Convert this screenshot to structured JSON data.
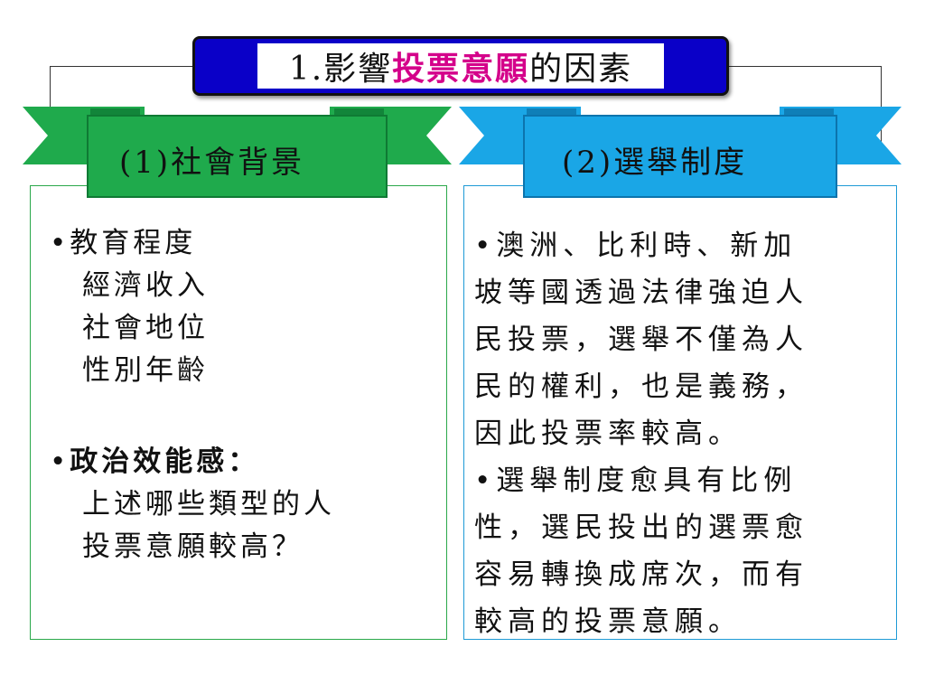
{
  "title": {
    "prefix": "1.影響",
    "highlight": "投票意願",
    "suffix": "的因素"
  },
  "left": {
    "ribbon": "(1)社會背景",
    "bullet_mark": "•",
    "bullet1_items": [
      "教育程度",
      "經濟收入",
      "社會地位",
      "性別年齡"
    ],
    "bullet2_title": "政治效能感",
    "bullet2_colon": "：",
    "bullet2_lines": [
      "上述哪些類型的人",
      "投票意願較高？"
    ]
  },
  "right": {
    "ribbon": "(2)選舉制度",
    "lines": [
      "•澳洲、比利時、新加",
      "坡等國透過法律強迫人",
      "民投票，選舉不僅為人",
      "民的權利，也是義務，",
      "因此投票率較高。",
      "•選舉制度愈具有比例",
      "性，選民投出的選票愈",
      "容易轉換成席次，而有",
      "較高的投票意願。"
    ]
  },
  "colors": {
    "title_bg": "#0a00c8",
    "accent": "#d4008a",
    "left_ribbon": "#1faa4c",
    "right_ribbon": "#1aa6e6"
  }
}
